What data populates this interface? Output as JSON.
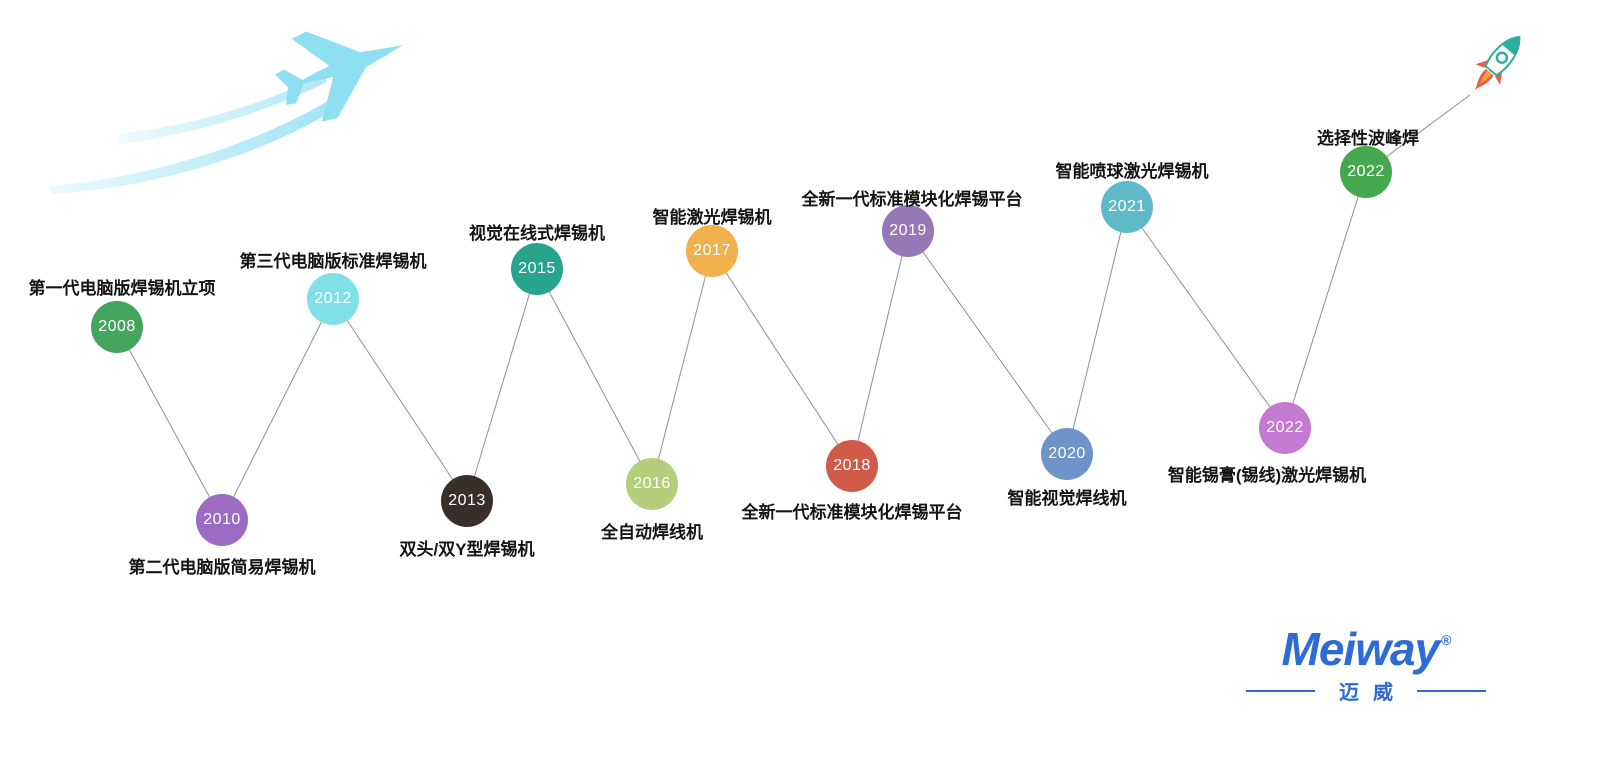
{
  "timeline": {
    "items": [
      {
        "year": "2008",
        "label": "第一代电脑版焊锡机立项",
        "color": "#45a55e",
        "label_position": "above"
      },
      {
        "year": "2010",
        "label": "第二代电脑版简易焊锡机",
        "color": "#9c6cc5",
        "label_position": "below"
      },
      {
        "year": "2012",
        "label": "第三代电脑版标准焊锡机",
        "color": "#7fe1e7",
        "label_position": "above"
      },
      {
        "year": "2013",
        "label": "双头/双Y型焊锡机",
        "color": "#3a2e2a",
        "label_position": "below"
      },
      {
        "year": "2015",
        "label": "视觉在线式焊锡机",
        "color": "#28a38c",
        "label_position": "above"
      },
      {
        "year": "2016",
        "label": "全自动焊线机",
        "color": "#b4cd7a",
        "label_position": "below"
      },
      {
        "year": "2017",
        "label": "智能激光焊锡机",
        "color": "#f0b04b",
        "label_position": "above"
      },
      {
        "year": "2018",
        "label": "全新一代标准模块化焊锡平台",
        "color": "#d15b49",
        "label_position": "below"
      },
      {
        "year": "2019",
        "label": "全新一代标准模块化焊锡平台",
        "color": "#9678b6",
        "label_position": "above"
      },
      {
        "year": "2020",
        "label": "智能视觉焊线机",
        "color": "#6e93c8",
        "label_position": "below"
      },
      {
        "year": "2021",
        "label": "智能喷球激光焊锡机",
        "color": "#60b9c8",
        "label_position": "above"
      },
      {
        "year": "2022",
        "label": "智能锡膏(锡线)激光焊锡机",
        "color": "#c57ad1",
        "label_position": "below"
      },
      {
        "year": "2022",
        "label": "选择性波峰焊",
        "color": "#45a84f",
        "label_position": "above"
      }
    ],
    "connector_color": "#8f8f8f"
  },
  "icons": {
    "airplane": "airplane-icon",
    "rocket": "rocket-icon"
  },
  "logo": {
    "brand": "Meiway",
    "registered": "®",
    "chinese": "迈威",
    "color": "#2e6bd4"
  }
}
